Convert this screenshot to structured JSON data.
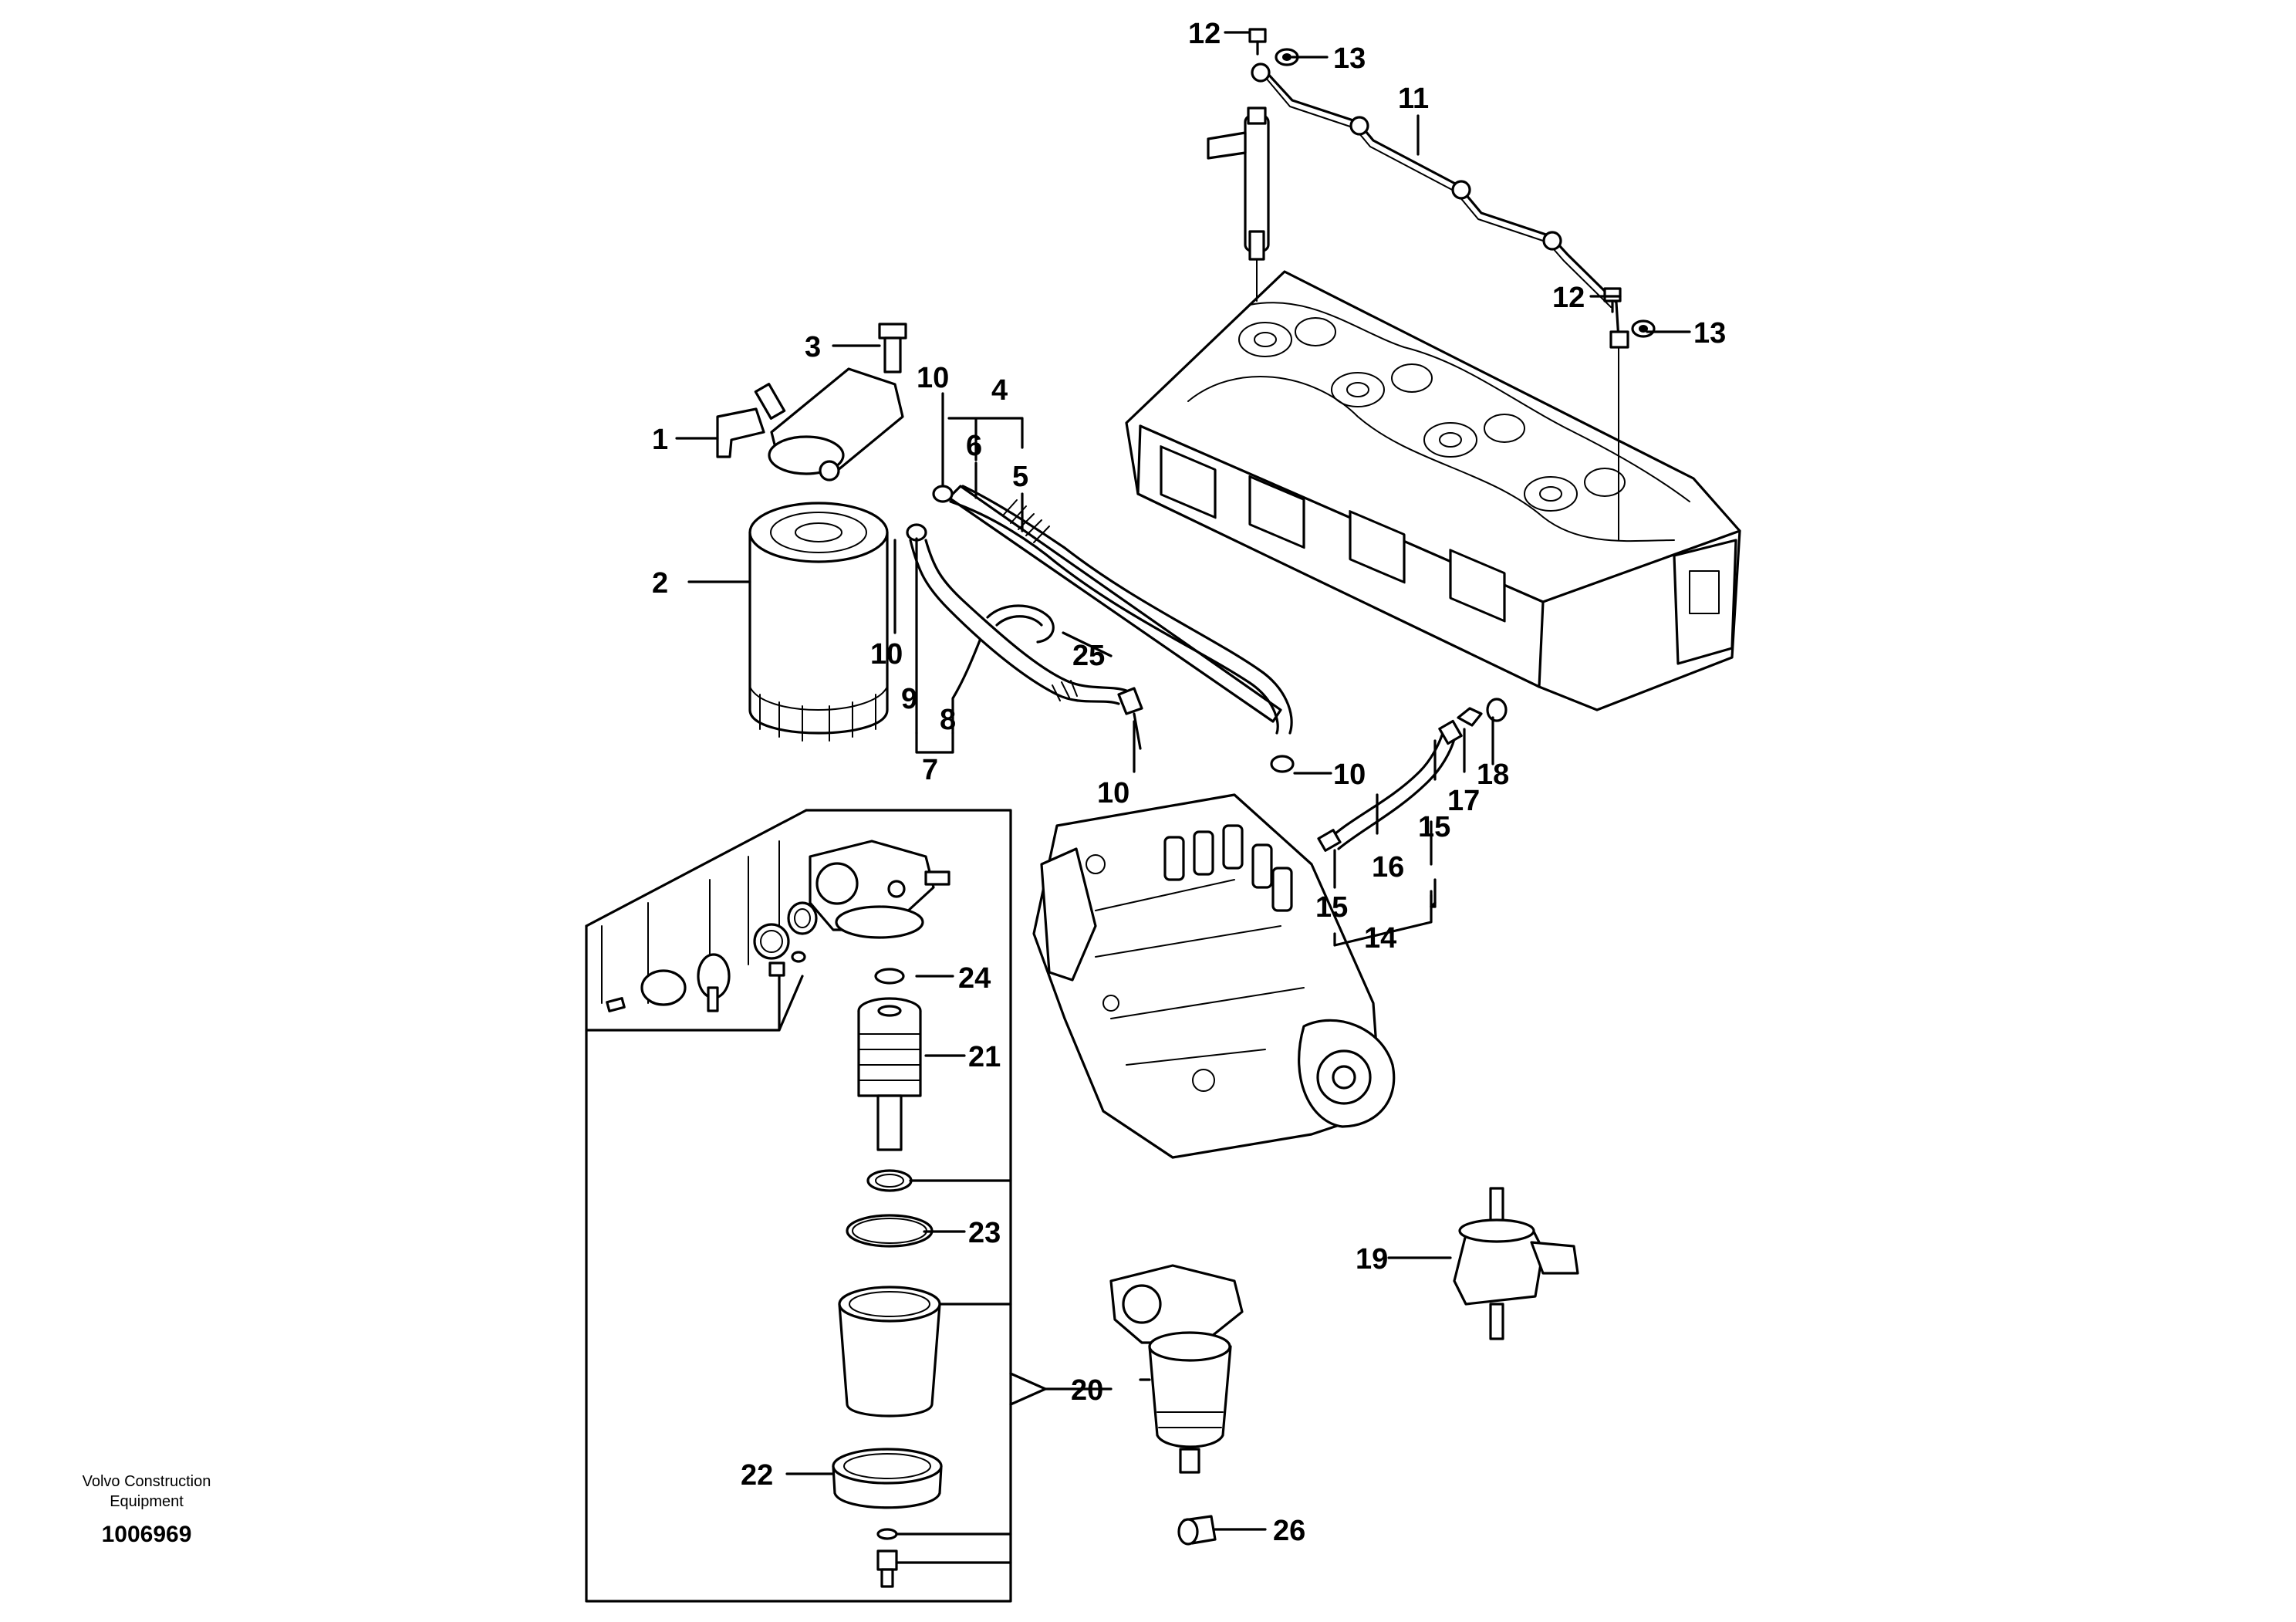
{
  "callouts": [
    {
      "id": "c1",
      "text": "1"
    },
    {
      "id": "c2",
      "text": "2"
    },
    {
      "id": "c3",
      "text": "3"
    },
    {
      "id": "c4",
      "text": "4"
    },
    {
      "id": "c5",
      "text": "5"
    },
    {
      "id": "c6",
      "text": "6"
    },
    {
      "id": "c7",
      "text": "7"
    },
    {
      "id": "c8",
      "text": "8"
    },
    {
      "id": "c9",
      "text": "9"
    },
    {
      "id": "c10a",
      "text": "10"
    },
    {
      "id": "c10b",
      "text": "10"
    },
    {
      "id": "c10c",
      "text": "10"
    },
    {
      "id": "c10d",
      "text": "10"
    },
    {
      "id": "c11",
      "text": "11"
    },
    {
      "id": "c12a",
      "text": "12"
    },
    {
      "id": "c12b",
      "text": "12"
    },
    {
      "id": "c13a",
      "text": "13"
    },
    {
      "id": "c13b",
      "text": "13"
    },
    {
      "id": "c14",
      "text": "14"
    },
    {
      "id": "c15a",
      "text": "15"
    },
    {
      "id": "c15b",
      "text": "15"
    },
    {
      "id": "c16",
      "text": "16"
    },
    {
      "id": "c17",
      "text": "17"
    },
    {
      "id": "c18",
      "text": "18"
    },
    {
      "id": "c19",
      "text": "19"
    },
    {
      "id": "c20",
      "text": "20"
    },
    {
      "id": "c21",
      "text": "21"
    },
    {
      "id": "c22",
      "text": "22"
    },
    {
      "id": "c23",
      "text": "23"
    },
    {
      "id": "c24",
      "text": "24"
    },
    {
      "id": "c25",
      "text": "25"
    },
    {
      "id": "c26",
      "text": "26"
    }
  ],
  "footer": {
    "brand_line1": "Volvo Construction",
    "brand_line2": "Equipment",
    "document_number": "1006969"
  },
  "colors": {
    "line": "#000000",
    "background": "#ffffff"
  }
}
